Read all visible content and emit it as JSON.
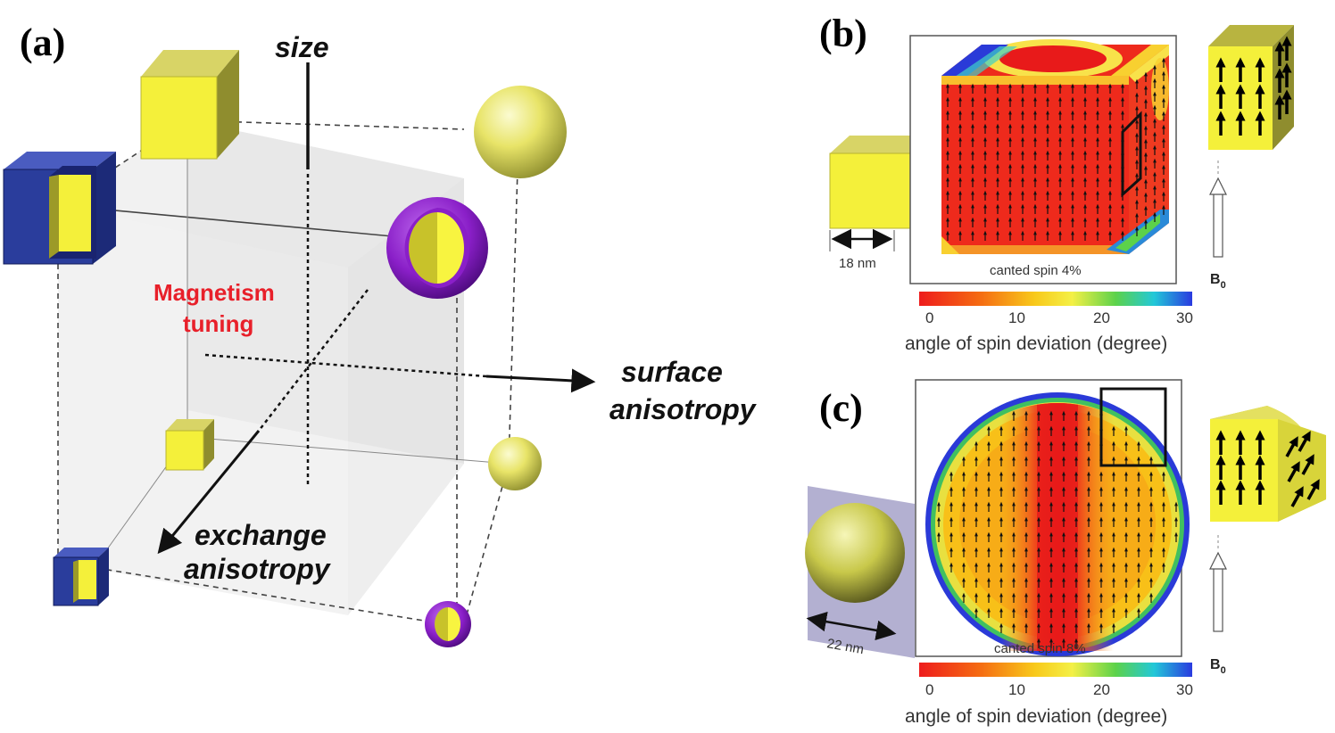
{
  "panel_a": {
    "label": "(a)",
    "axis_size": "size",
    "axis_surface_1": "surface",
    "axis_surface_2": "anisotropy",
    "axis_exchange_1": "exchange",
    "axis_exchange_2": "anisotropy",
    "center_1": "Magnetism",
    "center_2": "tuning"
  },
  "panel_b": {
    "label": "(b)",
    "size_label": "18 nm",
    "canted_label": "canted spin 4%",
    "field_label": "B",
    "field_sub": "0",
    "scale_title": "angle of spin  deviation (degree)",
    "ticks": [
      "0",
      "10",
      "20",
      "30"
    ]
  },
  "panel_c": {
    "label": "(c)",
    "size_label": "22 nm",
    "canted_label": "canted spin 8%",
    "field_label": "B",
    "field_sub": "0",
    "scale_title": "angle of spin  deviation (degree)",
    "ticks": [
      "0",
      "10",
      "20",
      "30"
    ]
  },
  "colors": {
    "yellow": "#f4f03a",
    "blue_shell": "#2a3d9c",
    "purple_shell": "#8a1fc8",
    "spin_red": "#ee2a1c",
    "deviation_blue": "#2a3ad8",
    "center_text": "#e8202a"
  }
}
